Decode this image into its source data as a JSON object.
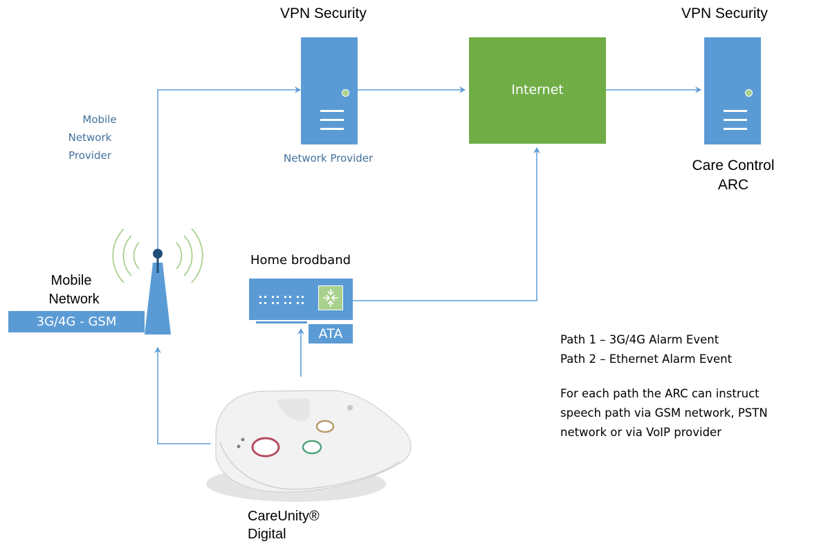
{
  "labels": {
    "vpn_security_left": "VPN Security",
    "vpn_security_right": "VPN Security",
    "internet": "Internet",
    "network_provider": "Network Provider",
    "mobile_provider_lines": [
      "Mobile",
      "Network",
      "Provider"
    ],
    "care_control_lines": [
      "Care Control",
      "ARC"
    ],
    "home_broadband": "Home brodband",
    "ata": "ATA",
    "mobile_network_lines": [
      "Mobile",
      "Network"
    ],
    "gsm_band": "3G/4G - GSM",
    "device_lines": [
      "CareUnity®",
      "Digital"
    ]
  },
  "notes": {
    "path1": "Path 1 – 3G/4G Alarm Event",
    "path2": "Path 2 – Ethernet Alarm Event",
    "desc_lines": [
      "For each path the ARC can instruct",
      "speech path via GSM network, PSTN",
      "network or via VoIP provider"
    ]
  },
  "colors": {
    "server_blue": "#5b9bd5",
    "line_blue": "#5b9bd5",
    "internet_green": "#70ad47",
    "accent_light_green": "#a9d18e",
    "label_blue": "#41719c"
  },
  "icons": {
    "server": "server-icon",
    "tower": "cell-tower-icon",
    "router": "router-icon",
    "alarm_device": "alarm-device-icon"
  }
}
